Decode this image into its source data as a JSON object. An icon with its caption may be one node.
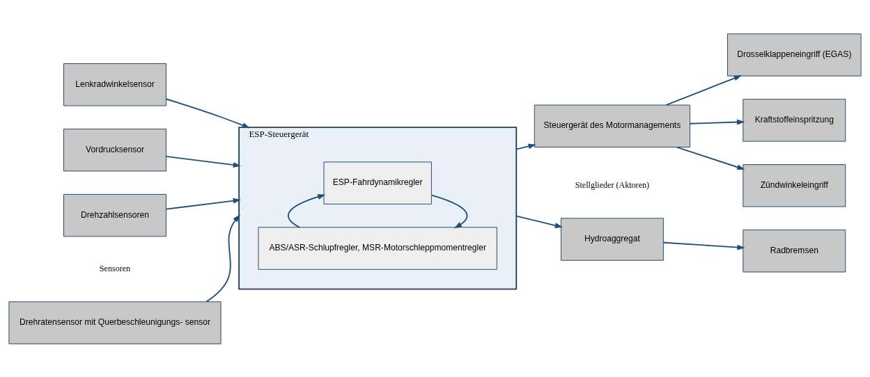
{
  "diagram": {
    "nodes": [
      {
        "text": [
          "Drehratensensor mit Querbeschleunigungs- sensor"
        ]
      },
      {
        "text": [
          "Lenkradwinkelsensor"
        ]
      },
      {
        "text": [
          "Vordrucksensor"
        ]
      },
      {
        "text": [
          "Drehzahlsensoren"
        ]
      },
      {
        "text": [
          "ESP-Steuergerät"
        ]
      },
      {
        "text": [
          "ESP-Fahrdynamikregler"
        ],
        "in": 4
      },
      {
        "text": [
          "ABS/ASR-Schlupfregler, MSR-Motorschleppmomentregler"
        ],
        "in": 4
      },
      {
        "text": [
          "Hydroaggregat"
        ]
      },
      {
        "text": [
          "Radbremsen"
        ]
      },
      {
        "text": [
          "Steuergerät des Motormanagements"
        ]
      },
      {
        "text": [
          "Kraftstoffeinspritzung"
        ]
      },
      {
        "text": [
          "Zündwinkeleingriff"
        ]
      },
      {
        "text": [
          "Drosselklappeneingriff (EGAS)"
        ]
      }
    ],
    "edges": [
      {
        "from": 0,
        "to": 4,
        "arrow": "to"
      },
      {
        "from": 1,
        "to": 4,
        "arrow": "to"
      },
      {
        "from": 2,
        "to": 4,
        "arrow": "to"
      },
      {
        "from": 3,
        "to": 4,
        "arrow": "to"
      },
      {
        "from": 5,
        "to": 6,
        "arrow": "to"
      },
      {
        "from": 6,
        "to": 5,
        "arrow": "to"
      },
      {
        "from": 4,
        "to": 7,
        "arrow": "to"
      },
      {
        "from": 7,
        "to": 8,
        "arrow": "to"
      },
      {
        "from": 4,
        "to": 9,
        "arrow": "to"
      },
      {
        "from": 9,
        "to": 10,
        "arrow": "to"
      },
      {
        "from": 9,
        "to": 11,
        "arrow": "to"
      },
      {
        "from": 9,
        "to": 12,
        "arrow": "to"
      }
    ],
    "labels": [
      "Sensoren",
      "Stellglieder (Aktoren)"
    ]
  }
}
